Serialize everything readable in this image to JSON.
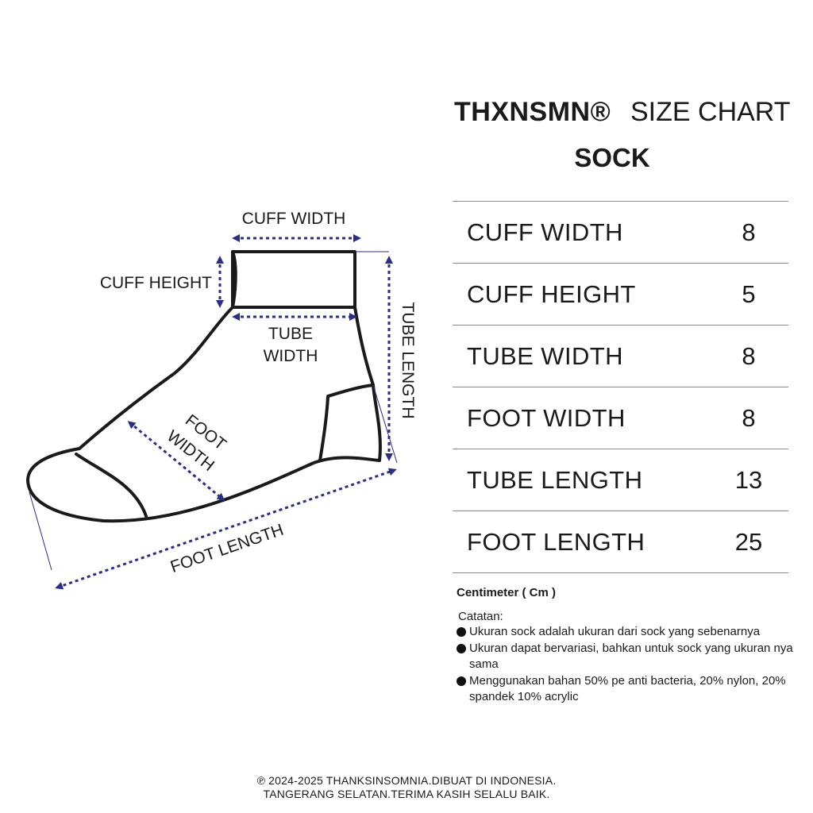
{
  "header": {
    "brand": "THXNSMN®",
    "chart_title": "SIZE CHART",
    "product": "SOCK"
  },
  "diagram": {
    "labels": {
      "cuff_width": "CUFF WIDTH",
      "cuff_height": "CUFF HEIGHT",
      "tube_width_line1": "TUBE",
      "tube_width_line2": "WIDTH",
      "tube_length": "TUBE LENGTH",
      "foot_width_line1": "FOOT",
      "foot_width_line2": "WIDTH",
      "foot_length": "FOOT LENGTH"
    },
    "colors": {
      "outline": "#1a1a1a",
      "arrow": "#2b2d8a"
    }
  },
  "size_table": {
    "rows": [
      {
        "label": "CUFF WIDTH",
        "value": "8"
      },
      {
        "label": "CUFF HEIGHT",
        "value": "5"
      },
      {
        "label": "TUBE WIDTH",
        "value": "8"
      },
      {
        "label": "FOOT WIDTH",
        "value": "8"
      },
      {
        "label": "TUBE LENGTH",
        "value": "13"
      },
      {
        "label": "FOOT LENGTH",
        "value": "25"
      }
    ]
  },
  "unit": "Centimeter  ( Cm )",
  "notes": {
    "heading": "Catatan:",
    "items": [
      "Ukuran sock adalah ukuran dari sock yang sebenarnya",
      "Ukuran dapat bervariasi, bahkan untuk sock yang ukuran nya sama",
      "Menggunakan bahan 50% pe anti bacteria, 20% nylon, 20% spandek 10% acrylic"
    ]
  },
  "footer": {
    "line1": "℗ 2024-2025 THANKSINSOMNIA.DIBUAT DI INDONESIA.",
    "line2": "TANGERANG SELATAN.TERIMA KASIH SELALU BAIK."
  }
}
